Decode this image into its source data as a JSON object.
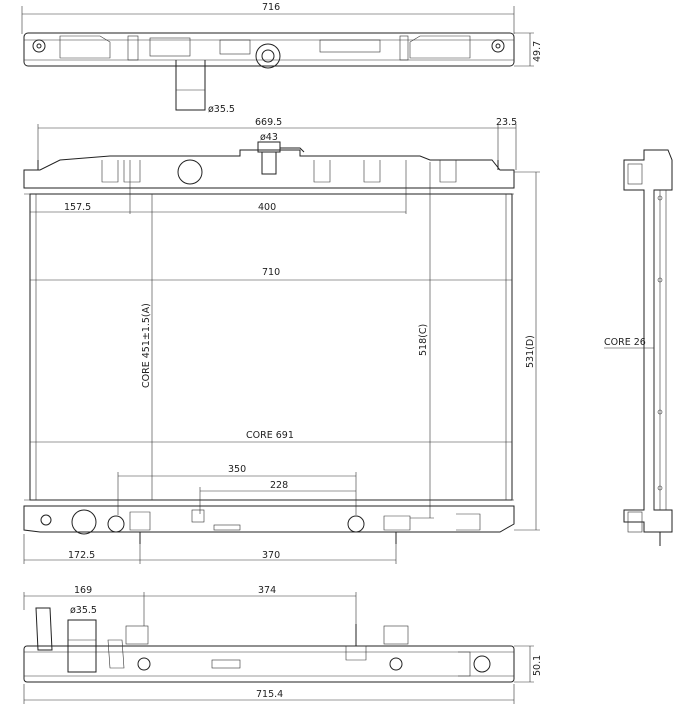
{
  "labels": {
    "top_width": "716",
    "top_height": "49.7",
    "top_inlet": "ø35.5",
    "front_mount_span": "669.5",
    "front_right_offset": "23.5",
    "front_cap": "ø43",
    "front_left_offset": "157.5",
    "front_bracket_span": "400",
    "front_tank_width": "710",
    "front_core_height": "CORE 451±1.5(A)",
    "front_c_dim": "518(C)",
    "front_d_dim": "531(D)",
    "front_core_width": "CORE 691",
    "front_350": "350",
    "front_228": "228",
    "front_bottom_left": "172.5",
    "front_bottom_span": "370",
    "side_core_thickness": "CORE 26",
    "bottom_left": "169",
    "bottom_span": "374",
    "bottom_outlet": "ø35.5",
    "bottom_height": "50.1",
    "bottom_width": "715.4"
  }
}
